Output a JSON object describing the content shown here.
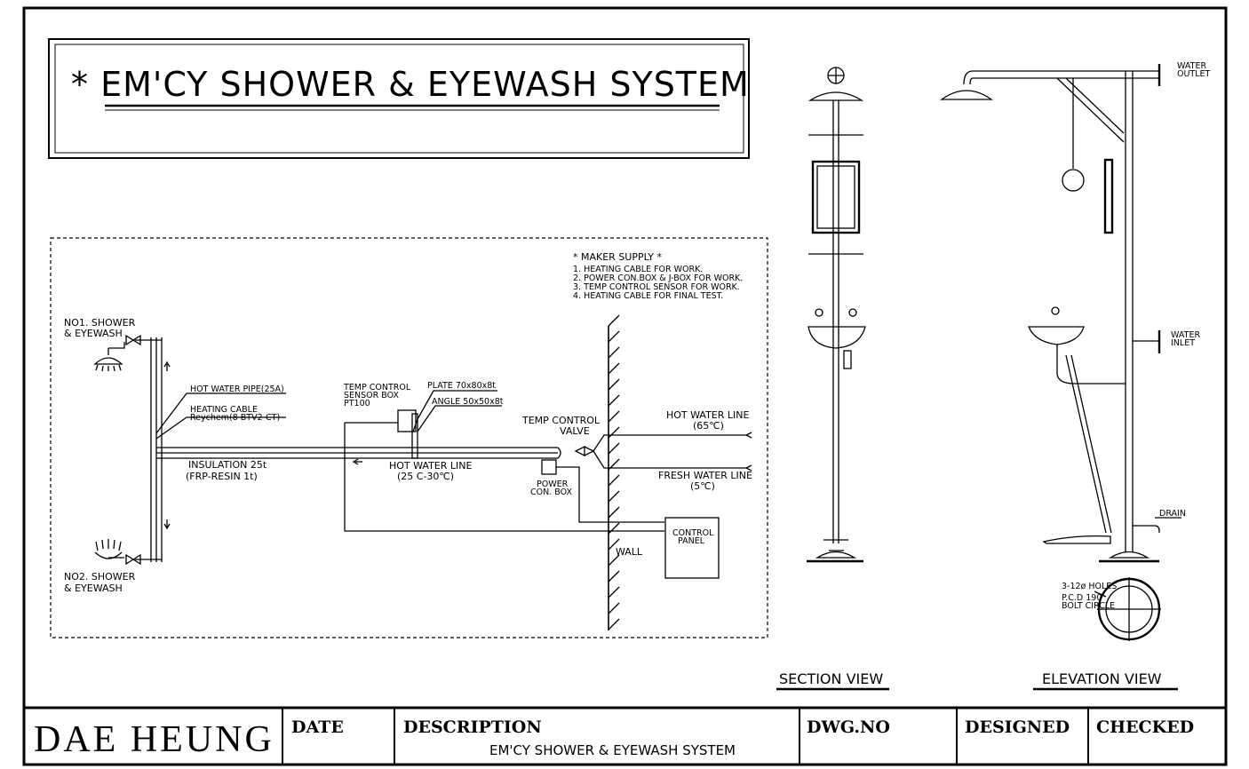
{
  "title": "* EM'CY SHOWER & EYEWASH SYSTEM",
  "maker_supply": {
    "heading": "* MAKER SUPPLY *",
    "items": [
      "1. HEATING CABLE FOR WORK.",
      "2. POWER CON.BOX & J-BOX FOR WORK.",
      "3. TEMP CONTROL SENSOR FOR WORK.",
      "4. HEATING CABLE FOR FINAL TEST."
    ]
  },
  "schematic": {
    "no1_line1": "NO1. SHOWER",
    "no1_line2": "& EYEWASH",
    "no2_line1": "NO2. SHOWER",
    "no2_line2": "& EYEWASH",
    "hot_water_pipe": "HOT WATER PIPE(25A)",
    "heating_cable_1": "HEATING CABLE",
    "heating_cable_2": "Reychem(8 BTV2-CT)",
    "insulation_1": "INSULATION 25t",
    "insulation_2": "(FRP-RESIN 1t)",
    "sensor_box_1": "TEMP CONTROL",
    "sensor_box_2": "SENSOR BOX",
    "sensor_box_3": "PT100",
    "plate": "PLATE 70x80x8t",
    "angle": "ANGLE 50x50x8t",
    "hot_water_line_low_1": "HOT WATER LINE",
    "hot_water_line_low_2": "(25 C-30℃)",
    "temp_valve_1": "TEMP CONTROL",
    "temp_valve_2": "VALVE",
    "power_box_1": "POWER",
    "power_box_2": "CON. BOX",
    "hot_in_1": "HOT WATER LINE",
    "hot_in_2": "(65℃)",
    "fresh_in_1": "FRESH WATER LINE",
    "fresh_in_2": "(5℃)",
    "control_panel_1": "CONTROL",
    "control_panel_2": "PANEL",
    "wall": "WALL"
  },
  "elevation": {
    "water_outlet_1": "WATER",
    "water_outlet_2": "OUTLET",
    "water_inlet_1": "WATER",
    "water_inlet_2": "INLET",
    "drain": "DRAIN",
    "holes_1": "3-12ø HOLES",
    "holes_2": "P.C.D 190",
    "holes_3": "BOLT CIRCLE"
  },
  "views": {
    "section": "SECTION VIEW",
    "elevation": "ELEVATION VIEW"
  },
  "title_block": {
    "company": "DAE  HEUNG",
    "date_label": "DATE",
    "description_label": "DESCRIPTION",
    "description_value": "EM'CY SHOWER & EYEWASH SYSTEM",
    "dwg_label": "DWG.NO",
    "designed_label": "DESIGNED",
    "checked_label": "CHECKED"
  }
}
